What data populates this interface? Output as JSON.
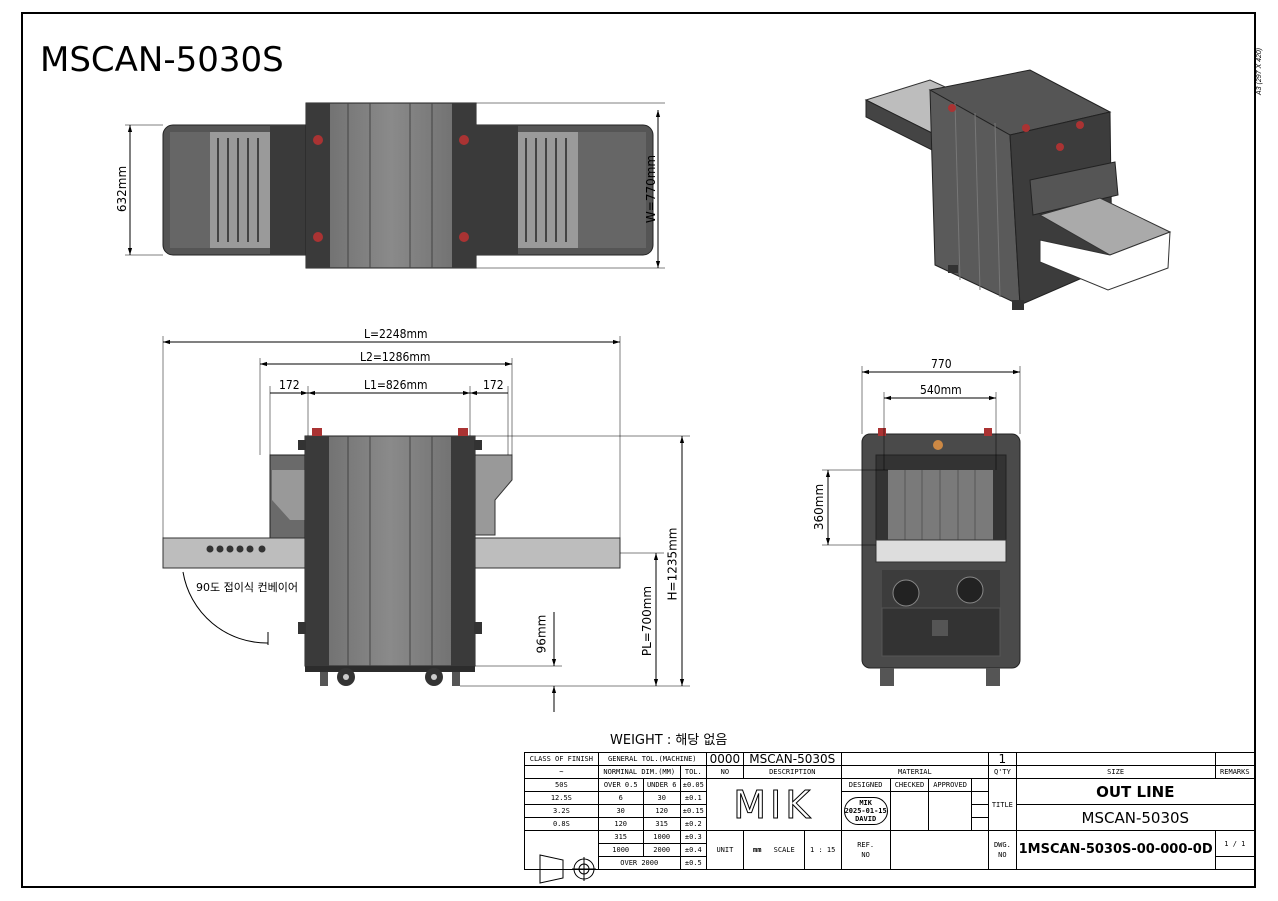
{
  "drawing": {
    "model_title": "MSCAN-5030S",
    "sheet_size": "A3 (297 X 420)",
    "weight_text": "WEIGHT : 해당 없음",
    "callout_text": "90도 접이식 컨베이어"
  },
  "dimensions": {
    "top_height": "632mm",
    "top_width": "W=770mm",
    "length_total": "L=2248mm",
    "length_l2": "L2=1286mm",
    "length_l1": "L1=826mm",
    "side_left": "172",
    "side_right": "172",
    "height_total": "H=1235mm",
    "pass_line": "PL=700mm",
    "foot": "96mm",
    "front_width": "770",
    "tunnel_width": "540mm",
    "tunnel_height": "360mm"
  },
  "title_block": {
    "class_of_finish": "CLASS OF FINISH",
    "general_tol": "GENERAL TOL.(MACHINE)",
    "nominal_dim": "NORMINAL DIM.(MM)",
    "tol": "TOL.",
    "finish_rows": [
      "~",
      "50S",
      "12.5S",
      "3.2S",
      "0.8S"
    ],
    "tol_rows": [
      [
        "OVER 0.5",
        "UNDER 6",
        "±0.05"
      ],
      [
        "6",
        "30",
        "±0.1"
      ],
      [
        "30",
        "120",
        "±0.15"
      ],
      [
        "120",
        "315",
        "±0.2"
      ],
      [
        "315",
        "1000",
        "±0.3"
      ],
      [
        "1000",
        "2000",
        "±0.4"
      ],
      [
        "OVER 2000",
        "",
        "±0.5"
      ]
    ],
    "part_no": "0000",
    "part_desc": "MSCAN-5030S",
    "qty": "1",
    "no_label": "NO",
    "desc_label": "DESCRIPTION",
    "material_label": "MATERIAL",
    "qty_label": "Q'TY",
    "size_label": "SIZE",
    "remarks_label": "REMARKS",
    "logo": "MIK",
    "designed_label": "DESIGNED",
    "checked_label": "CHECKED",
    "approved_label": "APPROVED",
    "stamp_company": "MIK",
    "stamp_date": "2025-01-15",
    "stamp_name": "DAVID",
    "title_label": "TITLE",
    "title_line1": "OUT LINE",
    "title_line2": "MSCAN-5030S",
    "unit_label": "UNIT",
    "unit_value": "mm",
    "scale_label": "SCALE",
    "scale_value": "1 : 15",
    "ref_label": "REF.",
    "ref_no_label": "NO",
    "dwg_label": "DWG.",
    "dwg_no_label": "NO",
    "dwg_number": "1MSCAN-5030S-00-000-0D",
    "sheet": "1 / 1"
  }
}
